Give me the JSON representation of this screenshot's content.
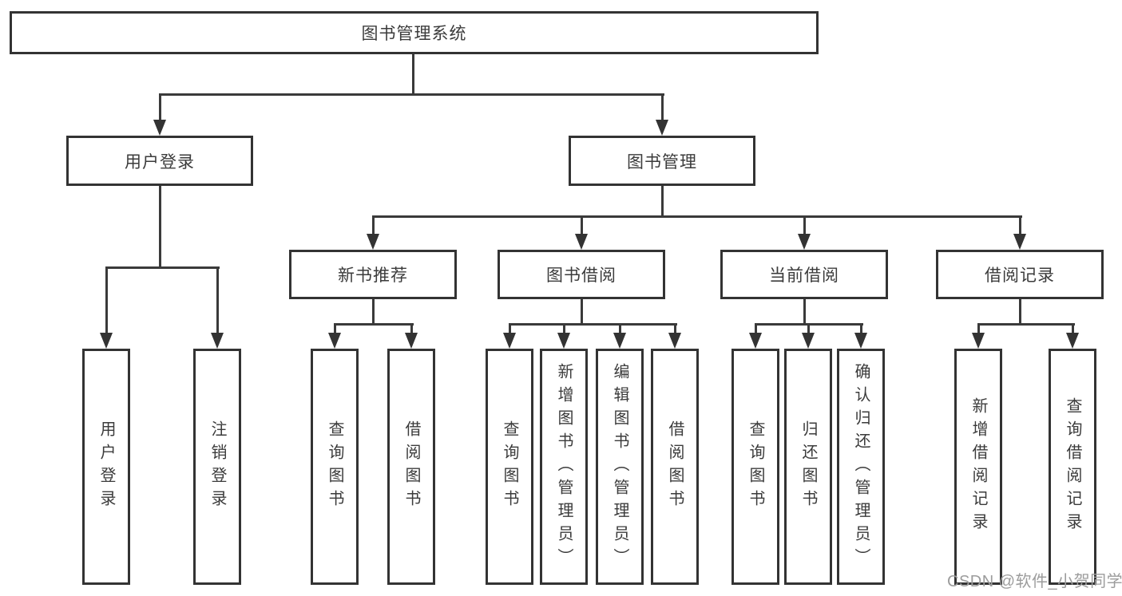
{
  "tree": {
    "root": {
      "label": "图书管理系统"
    },
    "children": [
      {
        "label": "用户登录",
        "children": [
          {
            "label": "用户登录"
          },
          {
            "label": "注销登录"
          }
        ]
      },
      {
        "label": "图书管理",
        "children": [
          {
            "label": "新书推荐",
            "children": [
              {
                "label": "查询图书"
              },
              {
                "label": "借阅图书"
              }
            ]
          },
          {
            "label": "图书借阅",
            "children": [
              {
                "label": "查询图书"
              },
              {
                "label": "新增图书（管理员）"
              },
              {
                "label": "编辑图书（管理员）"
              },
              {
                "label": "借阅图书"
              }
            ]
          },
          {
            "label": "当前借阅",
            "children": [
              {
                "label": "查询图书"
              },
              {
                "label": "归还图书"
              },
              {
                "label": "确认归还（管理员）"
              }
            ]
          },
          {
            "label": "借阅记录",
            "children": [
              {
                "label": "新增借阅记录"
              },
              {
                "label": "查询借阅记录"
              }
            ]
          }
        ]
      }
    ]
  },
  "watermark": {
    "text": "CSDN @软件_小贺同学"
  },
  "colors": {
    "line": "#3a3a3a",
    "box_border": "#333333",
    "box_fill": "#ffffff",
    "text": "#3b3b3b",
    "watermark": "#9c9c9c"
  }
}
